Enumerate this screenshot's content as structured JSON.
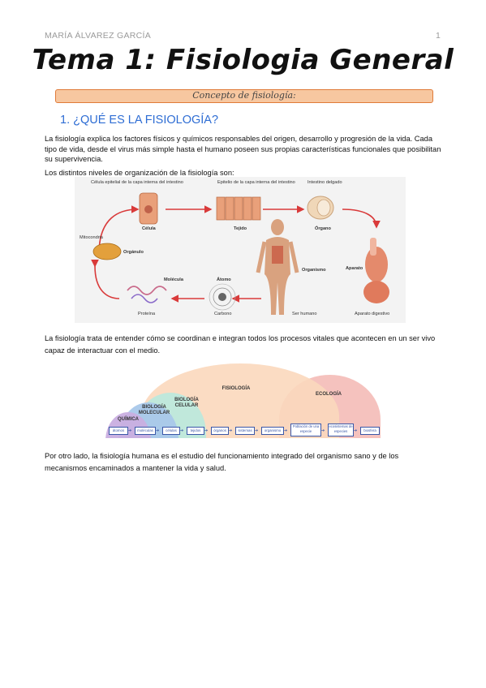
{
  "header": {
    "author": "MARÍA ÁLVAREZ GARCÍA",
    "page_number": "1"
  },
  "title": "Tema 1: Fisiologia General",
  "banner": "Concepto de fisiología:",
  "section_heading": "1. ¿QUÉ ES LA FISIOLOGÍA?",
  "paragraphs": {
    "p1": "La fisiología explica los factores físicos y químicos responsables del origen, desarrollo y progresión de la vida. Cada tipo de vida, desde el virus más simple hasta el humano poseen sus propias características funcionales que posibilitan su supervivencia.",
    "p2": "Los distintos niveles de organización de la fisiología son:",
    "p3": "La fisiología trata de entender cómo se coordinan e integran todos los procesos vitales que acontecen en un ser vivo capaz de interactuar con el medio.",
    "p4": "Por otro lado, la fisiología humana es el estudio del funcionamiento integrado del organismo sano y de los mecanismos encaminados a mantener la vida y salud."
  },
  "figure1": {
    "labels": {
      "cell_caption": "Célula epitelial de la capa interna del intestino",
      "cell": "Célula",
      "tissue_caption": "Epitelio de la capa interna del intestino",
      "tissue": "Tejido",
      "organ_caption": "Intestino delgado",
      "organ": "Órgano",
      "mito": "Mitocondria",
      "organelle": "Orgánulo",
      "molecule": "Molécula",
      "atom": "Átomo",
      "organism": "Organismo",
      "apparatus": "Aparato",
      "protein": "Proteína",
      "carbon": "Carbono",
      "human": "Ser humano",
      "digestive": "Aparato digestivo"
    }
  },
  "figure2": {
    "arcs": {
      "chemistry": "QUÍMICA",
      "molbio": "BIOLOGÍA MOLECULAR",
      "cellbio": "BIOLOGÍA CELULAR",
      "physiology": "FISIOLOGÍA",
      "ecology": "ECOLOGÍA"
    },
    "steps": [
      "átomos",
      "moléculas",
      "células",
      "tejidos",
      "órganos",
      "sistemas",
      "organismo",
      "Población de una especie",
      "ecosistemas de especies",
      "biosfera"
    ]
  },
  "colors": {
    "heading_blue": "#2e6dd4",
    "banner_fill": "#f7c7a0",
    "banner_border": "#e07b39",
    "arrow_red": "#d93a3a"
  }
}
